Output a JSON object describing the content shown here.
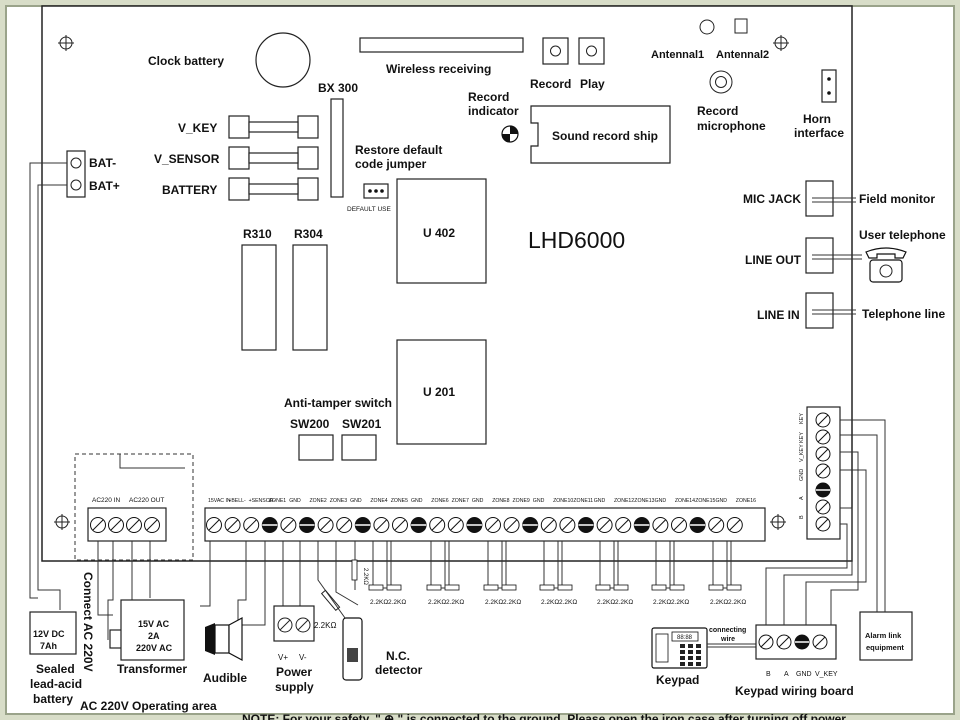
{
  "board": {
    "model": "LHD6000"
  },
  "labels": {
    "clock_battery": "Clock battery",
    "wireless_receiving": "Wireless receiving",
    "record": "Record",
    "play": "Play",
    "antenna1": "Antennal1",
    "antenna2": "Antennal2",
    "bx300": "BX 300",
    "record_indicator_1": "Record",
    "record_indicator_2": "indicator",
    "sound_record_chip": "Sound record ship",
    "record_mic_1": "Record",
    "record_mic_2": "microphone",
    "horn_1": "Horn",
    "horn_2": "interface",
    "v_key": "V_KEY",
    "v_sensor": "V_SENSOR",
    "battery": "BATTERY",
    "restore_1": "Restore default",
    "restore_2": "code jumper",
    "default_use": "DEFAULT USE",
    "bat_minus": "BAT-",
    "bat_plus": "BAT+",
    "u402": "U 402",
    "r310": "R310",
    "r304": "R304",
    "mic_jack": "MIC JACK",
    "field_monitor": "Field monitor",
    "line_out": "LINE OUT",
    "user_telephone": "User telephone",
    "line_in": "LINE IN",
    "telephone_line": "Telephone line",
    "u201": "U 201",
    "anti_tamper": "Anti-tamper switch",
    "sw200": "SW200",
    "sw201": "SW201",
    "ac220_in": "AC220 IN",
    "ac220_out": "AC220 OUT",
    "connect_ac": "Connect AC 220V",
    "battery_spec_1": "12V DC",
    "battery_spec_2": "7Ah",
    "sealed_1": "Sealed",
    "sealed_2": "lead-acid",
    "sealed_3": "battery",
    "transformer_spec_1": "15V AC",
    "transformer_spec_2": "2A",
    "transformer_spec_3": "220V AC",
    "transformer": "Transformer",
    "audible": "Audible",
    "power_1": "Power",
    "power_2": "supply",
    "v_plus": "V+",
    "v_minus": "V-",
    "resistor_2k2": "2.2KΩ",
    "nc_1": "N.C.",
    "nc_2": "detector",
    "ac_area": "AC 220V Operating area",
    "note": "NOTE: For your safety, \" ⊕ \" is connected to the ground. Please open the iron case after turning off power.",
    "keypad": "Keypad",
    "connecting_1": "connecting",
    "connecting_2": "wire",
    "keypad_board": "Keypad wiring board",
    "alarm_1": "Alarm link",
    "alarm_2": "equipment",
    "kp_b": "B",
    "kp_a": "A",
    "kp_gnd": "GND",
    "kp_vkey": "V_KEY",
    "kp_display": "88:88"
  },
  "terminals": [
    "15VAC IN",
    "+BELL-",
    "+SENSOR-",
    "ZONE1",
    "GND",
    "ZONE2",
    "ZONE3",
    "GND",
    "ZONE4",
    "ZONE5",
    "GND",
    "ZONE6",
    "ZONE7",
    "GND",
    "ZONE8",
    "ZONE9",
    "GND",
    "ZONE10",
    "ZONE11",
    "GND",
    "ZONE12",
    "ZONE13",
    "GND",
    "ZONE14",
    "ZONE15",
    "GND",
    "ZONE16"
  ],
  "side_terminals": [
    "KEY",
    "KEY",
    "V_KEY",
    "GND",
    "A",
    "B"
  ],
  "resistor_labels": [
    "2.2KΩ",
    "2.2KΩ",
    "2.2KΩ",
    "2.2KΩ",
    "2.2KΩ",
    "2.2KΩ",
    "2.2KΩ",
    "2.2KΩ",
    "2.2KΩ",
    "2.2KΩ",
    "2.2KΩ",
    "2.2KΩ",
    "2.2KΩ",
    "2.2KΩ"
  ]
}
